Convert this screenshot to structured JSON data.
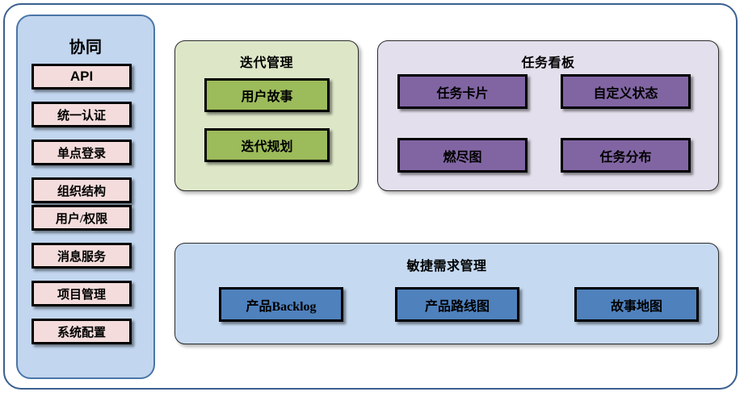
{
  "diagram": {
    "sidebar": {
      "title": "协同",
      "background_color": "#C2D6EF",
      "border_color": "#4A76A8",
      "item_color": "#F3DCDB",
      "items": [
        {
          "label": "API"
        },
        {
          "label": "统一认证"
        },
        {
          "label": "单点登录"
        },
        {
          "label": "组织结构"
        },
        {
          "label": "用户/权限"
        },
        {
          "label": "消息服务"
        },
        {
          "label": "项目管理"
        },
        {
          "label": "系统配置"
        }
      ]
    },
    "panels": [
      {
        "id": "iteration",
        "title": "迭代管理",
        "background_color": "#DDE7C8",
        "item_color": "#9CBB5A",
        "items": [
          {
            "label": "用户故事"
          },
          {
            "label": "迭代规划"
          }
        ]
      },
      {
        "id": "taskboard",
        "title": "任务看板",
        "background_color": "#E4DFEC",
        "item_color": "#8165A3",
        "items": [
          {
            "label": "任务卡片"
          },
          {
            "label": "自定义状态"
          },
          {
            "label": "燃尽图"
          },
          {
            "label": "任务分布"
          }
        ]
      },
      {
        "id": "agile",
        "title": "敏捷需求管理",
        "background_color": "#C5D9F1",
        "item_color": "#4F81BD",
        "items": [
          {
            "label": "产品Backlog"
          },
          {
            "label": "产品路线图"
          },
          {
            "label": "故事地图"
          }
        ]
      }
    ]
  }
}
